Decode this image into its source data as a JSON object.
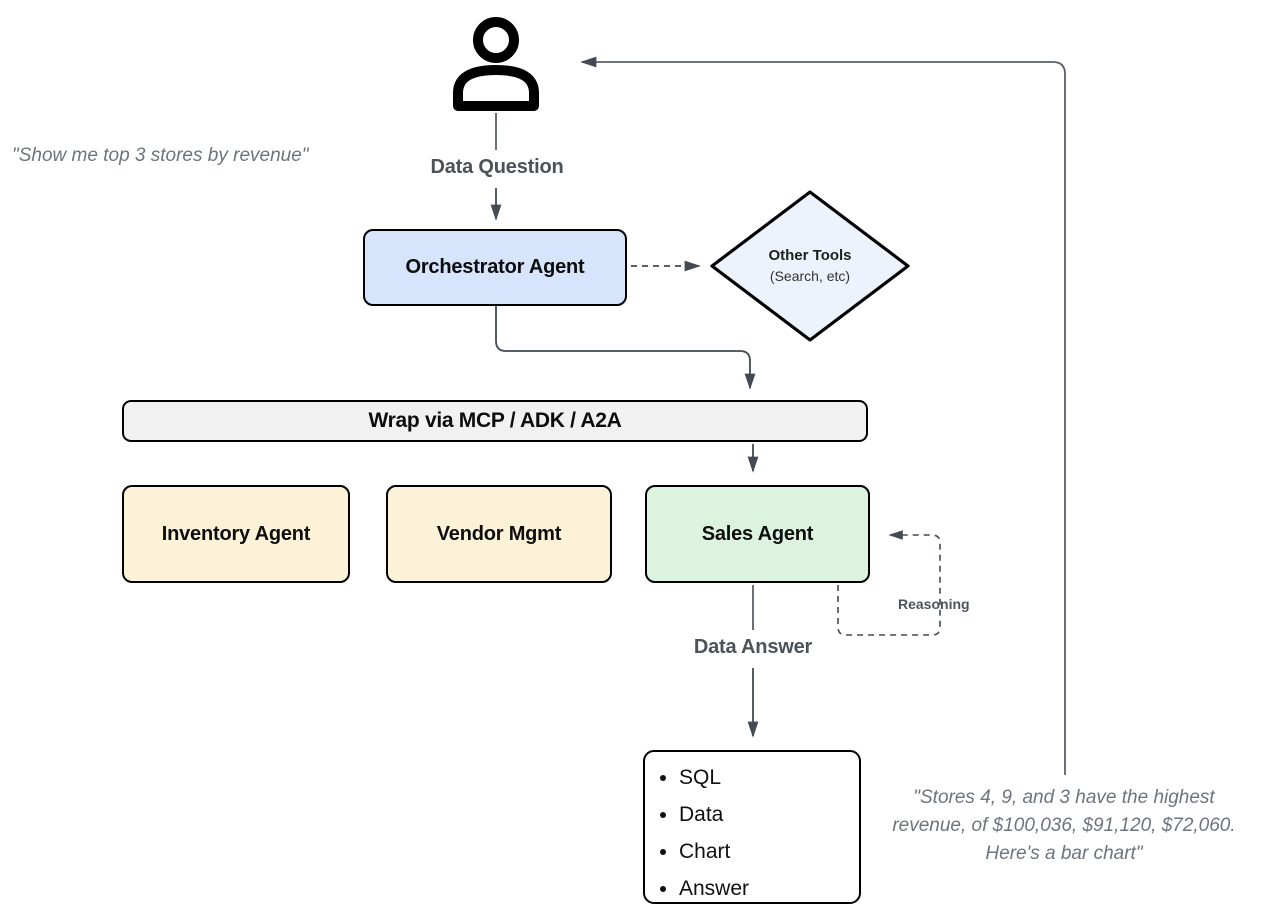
{
  "quotes": {
    "left": "\"Show me top 3 stores by revenue\"",
    "right": {
      "lines": [
        "\"Stores 4, 9, and 3 have the highest",
        "revenue, of $100,036, $91,120, $72,060.",
        "Here's a bar chart\""
      ]
    }
  },
  "labels": {
    "data_question": "Data Question",
    "data_answer": "Data Answer",
    "reasoning": "Reasoning"
  },
  "nodes": {
    "orchestrator": {
      "label": "Orchestrator Agent"
    },
    "other_tools": {
      "title": "Other Tools",
      "subtitle": "(Search, etc)"
    },
    "wrap_bar": {
      "label": "Wrap via MCP / ADK / A2A"
    },
    "inventory": {
      "label": "Inventory Agent"
    },
    "vendor": {
      "label": "Vendor Mgmt"
    },
    "sales": {
      "label": "Sales Agent"
    },
    "output": {
      "items": [
        "SQL",
        "Data",
        "Chart",
        "Answer"
      ]
    }
  },
  "icons": {
    "user": "user-icon"
  },
  "colors": {
    "orchestrator_fill": "#d6e4fc",
    "diamond_fill": "#edf3fd",
    "wrap_bar_fill": "#f1f1f1",
    "inventory_fill": "#fcf2d8",
    "vendor_fill": "#fcf2d8",
    "sales_fill": "#dcf3e0",
    "output_fill": "#ffffff",
    "connector": "#434a54",
    "border": "#000000",
    "label_text": "#4c5257",
    "quote_text": "#6e747c"
  }
}
